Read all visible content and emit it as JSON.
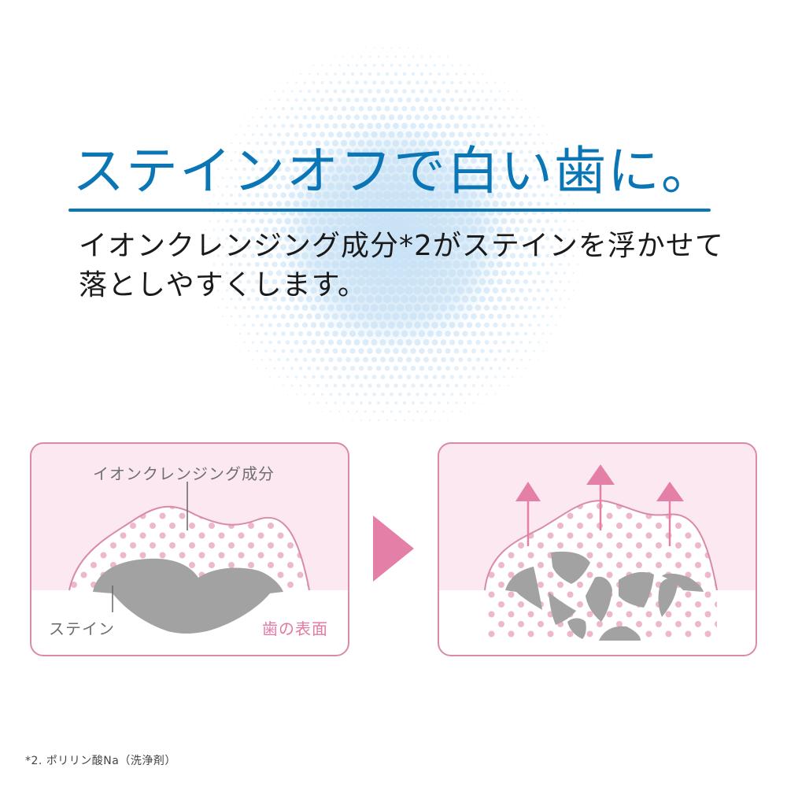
{
  "headline": {
    "text": "ステインオフで白い歯に。",
    "color": "#0a76b6"
  },
  "description": {
    "line1": "イオンクレンジング成分*2がステインを浮かせて",
    "line2": "落としやすくします。"
  },
  "diagram_before": {
    "label_ingredient": "イオンクレンジング成分",
    "label_stain": "ステイン",
    "label_tooth_surface": "歯の表面"
  },
  "diagram_after": {
    "arrows": 3
  },
  "footnote": {
    "text": "*2. ポリリン酸Na（洗浄剤）"
  },
  "colors": {
    "accent_blue": "#0a76b6",
    "panel_border": "#d98aa8",
    "panel_fill": "#fce8f1",
    "dot_pink": "#eeb8cc",
    "stain_gray": "#a2a2a2",
    "arrow_pink": "#e47fa7"
  }
}
